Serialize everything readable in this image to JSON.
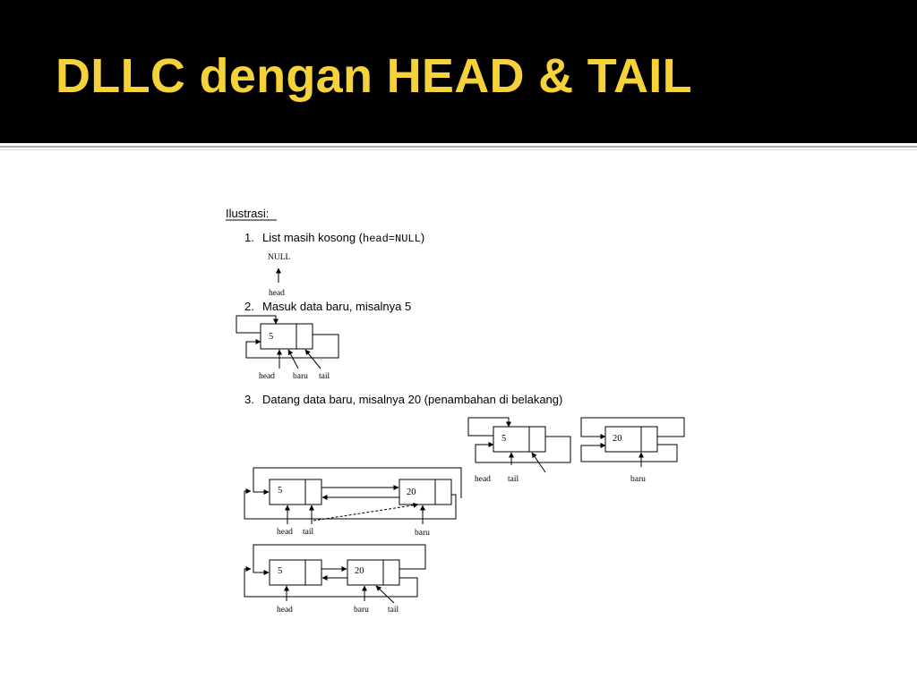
{
  "slide": {
    "title": "DLLC dengan HEAD & TAIL"
  },
  "colors": {
    "header_bg": "#000000",
    "title": "#f5d23a",
    "body_bg": "#ffffff"
  },
  "illustration": {
    "heading": "Ilustrasi:",
    "steps": [
      {
        "number": "1.",
        "text_before": "List masih kosong (",
        "code": "head=NULL",
        "text_after": ")"
      },
      {
        "number": "2.",
        "text": "Masuk data baru, misalnya 5"
      },
      {
        "number": "3.",
        "text": "Datang data baru, misalnya 20 (penambahan di belakang)"
      }
    ],
    "labels": {
      "null": "NULL",
      "head": "head",
      "tail": "tail",
      "baru": "baru"
    },
    "values": {
      "first": "5",
      "second": "20"
    }
  }
}
